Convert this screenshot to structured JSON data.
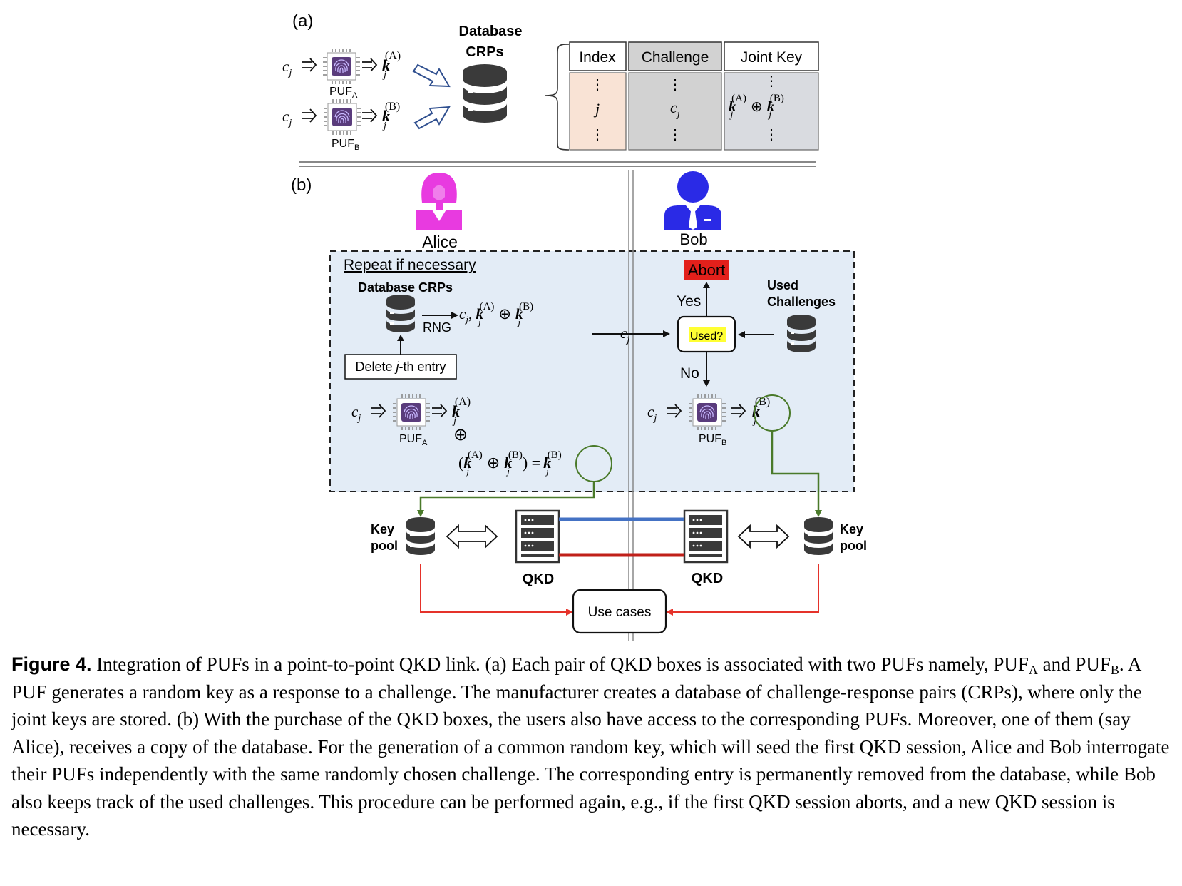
{
  "panel_a": {
    "label": "(a)",
    "challenge_symbol": "c",
    "challenge_sub": "j",
    "key_sub": "j",
    "puf_a_base": "PUF",
    "puf_a_sub": "A",
    "puf_b_base": "PUF",
    "puf_b_sub": "B",
    "key_a_sup": "(A)",
    "key_b_sup": "(B)",
    "db_title_line1": "Database",
    "db_title_line2": "CRPs",
    "table": {
      "headers": [
        "Index",
        "Challenge",
        "Joint Key"
      ],
      "ellipsis": "⋮",
      "index_value": "j",
      "challenge_value": "c",
      "challenge_value_sub": "j",
      "xor": "⊕"
    }
  },
  "panel_b": {
    "label": "(b)",
    "alice_label": "Alice",
    "bob_label": "Bob",
    "repeat_label": "Repeat if necessary",
    "db_label": "Database CRPs",
    "rng_label": "RNG",
    "delete_label_prefix": "Delete ",
    "delete_label_var": "j",
    "delete_label_suffix": "-th entry",
    "abort_label": "Abort",
    "yes_label": "Yes",
    "no_label": "No",
    "used_label": "Used?",
    "used_challenges_line1": "Used",
    "used_challenges_line2": "Challenges",
    "key_pool_line1": "Key",
    "key_pool_line2": "pool",
    "qkd_label": "QKD",
    "use_cases_label": "Use cases",
    "eq": "=",
    "xor": "⊕"
  },
  "colors": {
    "pink": "#e83ae0",
    "blue_person": "#2a2ae6",
    "dashed_box_fill": "#e3ecf6",
    "abort_red": "#e3201b",
    "used_yellow": "#ffff33",
    "green_line": "#4a7a2a",
    "red_line": "#e5322a",
    "blue_channel": "#4472c4",
    "red_channel": "#c0201a",
    "index_fill": "#f9e3d5",
    "challenge_fill": "#d2d2d2",
    "jointkey_fill": "#d9dbe0"
  },
  "caption": {
    "label": "Figure 4.",
    "s1": " Integration of PUFs in a point-to-point QKD link. (a) Each pair of QKD boxes is associated with two PUFs namely, ",
    "puf_base": "PUF",
    "sub_a": "A",
    "and": " and ",
    "sub_b": "B",
    "s2": ". A PUF generates a random key as a response to a challenge. The manufacturer creates a database of challenge-response pairs (CRPs), where only the joint keys are stored. (b) With the purchase of the QKD boxes, the users also have access to the corresponding PUFs. Moreover, one of them (say Alice), receives a copy of the database. For the generation of a common random key, which will seed the first QKD session, Alice and Bob interrogate their PUFs independently with the same randomly chosen challenge. The corresponding entry is permanently removed from the database, while Bob also keeps track of the used challenges. This procedure can be performed again, e.g., if the first QKD session aborts, and a new QKD session is necessary."
  }
}
